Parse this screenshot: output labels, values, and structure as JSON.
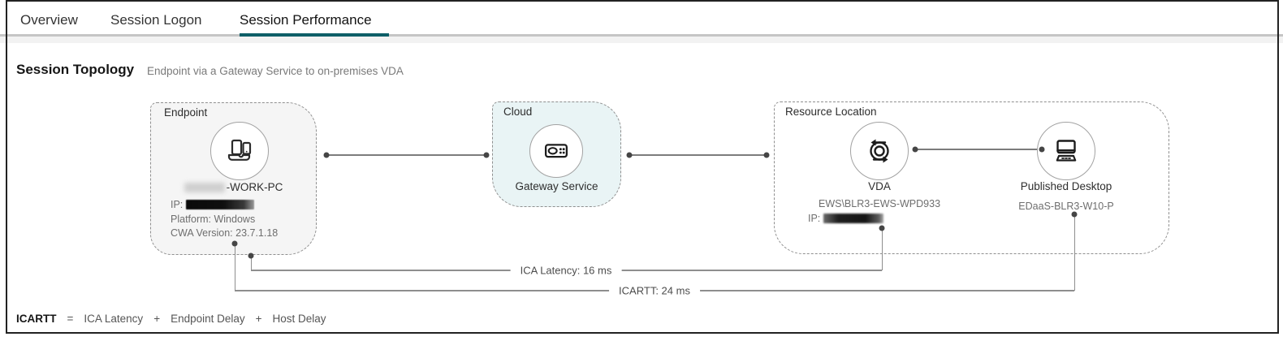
{
  "tabs": [
    {
      "label": "Overview",
      "active": false
    },
    {
      "label": "Session Logon",
      "active": false
    },
    {
      "label": "Session Performance",
      "active": true
    }
  ],
  "section": {
    "title": "Session Topology",
    "subtitle": "Endpoint via a Gateway Service to on-premises VDA"
  },
  "topology": {
    "endpoint": {
      "group_label": "Endpoint",
      "icon": "devices-icon",
      "name_suffix": "-WORK-PC",
      "name_redacted": true,
      "ip_label": "IP:",
      "ip_redacted": true,
      "platform": "Platform: Windows",
      "cwa_version": "CWA Version: 23.7.1.18"
    },
    "cloud": {
      "group_label": "Cloud",
      "icon": "gateway-icon",
      "node_label": "Gateway Service"
    },
    "resource_location": {
      "group_label": "Resource Location",
      "vda": {
        "node_label": "VDA",
        "icon": "sync-icon",
        "machine": "EWS\\BLR3-EWS-WPD933",
        "ip_label": "IP:",
        "ip_redacted": true
      },
      "published_desktop": {
        "node_label": "Published Desktop",
        "icon": "desktop-icon",
        "machine": "EDaaS-BLR3-W10-P"
      }
    },
    "metrics": {
      "ica_latency": "ICA Latency: 16 ms",
      "icartt": "ICARTT: 24 ms"
    }
  },
  "formula": {
    "term": "ICARTT",
    "equals": "=",
    "plus": "+",
    "parts": [
      "ICA Latency",
      "Endpoint Delay",
      "Host Delay"
    ]
  },
  "colors": {
    "accent_teal": "#0e5f68",
    "cloud_fill": "#e9f4f5",
    "endpoint_fill": "#f5f5f5",
    "frame_border": "#222222",
    "dashed_border": "#8f8f8f",
    "connector": "#7c7c7c"
  }
}
